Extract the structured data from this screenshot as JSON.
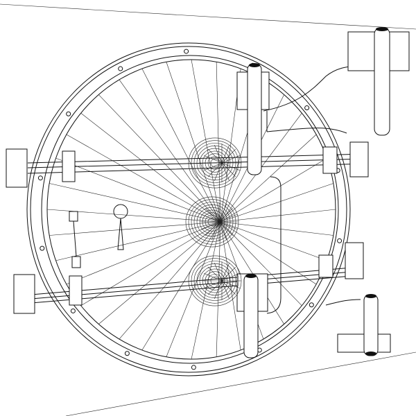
{
  "scene": {
    "subject": "vault-door-wireframe",
    "colors": {
      "background": "#ffffff",
      "line": "#111111"
    },
    "spoke_count": 36,
    "bolt_count": 14
  }
}
